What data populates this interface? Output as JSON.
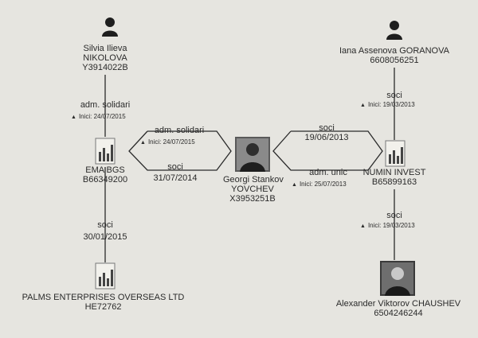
{
  "nodes": {
    "silvia": {
      "line1": "Silvia Ilieva",
      "line2": "NIKOLOVA",
      "line3": "Y3914022B",
      "icon": "person-icon"
    },
    "iana": {
      "line1": "Iana Assenova GORANOVA",
      "line2": "6608056251",
      "icon": "person-icon"
    },
    "ema": {
      "line1": "EMA BGS",
      "line2": "B66349200",
      "icon": "company-icon"
    },
    "georgi": {
      "line1": "Georgi Stankov",
      "line2": "YOVCHEV",
      "line3": "X3953251B",
      "icon": "person-photo"
    },
    "numin": {
      "line1": "NUMIN INVEST",
      "line2": "B65899163",
      "icon": "company-icon"
    },
    "palms": {
      "line1": "PALMS ENTERPRISES OVERSEAS LTD",
      "line2": "HE72762",
      "icon": "company-icon"
    },
    "alexander": {
      "line1": "Alexander Viktorov CHAUSHEV",
      "line2": "6504246244",
      "icon": "person-photo"
    }
  },
  "edges": {
    "silvia_ema": {
      "role": "adm. solidari",
      "marker": "▲",
      "date": "Inici: 24/07/2015"
    },
    "iana_numin": {
      "role": "soci",
      "marker": "▲",
      "date": "Inici: 19/03/2013"
    },
    "georgi_ema_top": {
      "role": "adm. solidari",
      "marker": "▲",
      "date": "Inici: 24/07/2015"
    },
    "georgi_ema_bottom": {
      "role": "soci",
      "date": "31/07/2014"
    },
    "georgi_numin_top": {
      "role": "soci",
      "date": "19/06/2013"
    },
    "georgi_numin_bottom": {
      "role": "adm. unic",
      "marker": "▲",
      "date": "Inici: 25/07/2013"
    },
    "ema_palms": {
      "role": "soci",
      "date": "30/01/2015"
    },
    "numin_alexander": {
      "role": "soci",
      "marker": "▲",
      "date": "Inici: 19/03/2013"
    }
  },
  "colors": {
    "background": "#e6e5e0",
    "line": "#2a2a2a",
    "text": "#2a2a2a"
  }
}
